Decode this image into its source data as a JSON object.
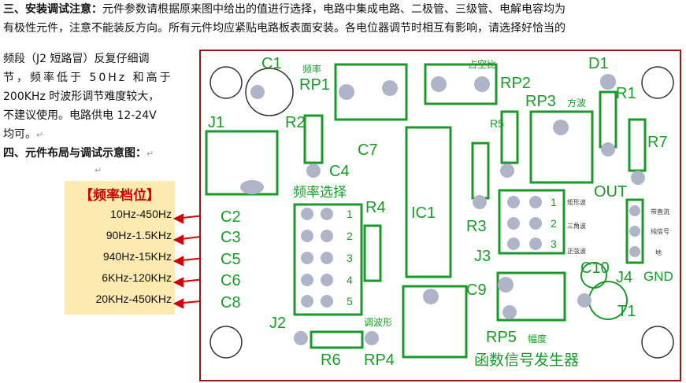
{
  "text": {
    "sec3_head": "三、安装调试注意：",
    "sec3_line1": "元件参数请根据原来图中给出的值进行选择，电路中集成电路、二极管、三级管、电解电容均为",
    "sec3_line2": "有极性元件，注意不能装反方向。所有元件均应紧贴电路板表面安装。各电位器调节时相互有影响，请选择好恰当的",
    "sec3_line3": "频段（J2 短路冒）反复仔细调",
    "sec3_line4": "节，频率低于 50Hz 和高于",
    "sec3_line5": "200KHz 时波形调节难度较大，",
    "sec3_line6": "不建议使用。电路供电 12-24V",
    "sec3_line7": "均可。",
    "sec4_head": "四、元件布局与调试示意图：",
    "para_mark": "↵"
  },
  "legend": {
    "title": "【频率档位】",
    "ranges": [
      "10Hz-450Hz",
      "90Hz-1.5KHz",
      "940Hz-15KHz",
      "6KHz-120KHz",
      "20KHz-450KHz"
    ]
  },
  "pcb": {
    "labels": {
      "c1": "C1",
      "rp1": "RP1",
      "freq": "频率",
      "duty": "占空比",
      "rp2": "RP2",
      "d1": "D1",
      "rp3": "RP3",
      "square": "方波",
      "r1": "R1",
      "r7": "R7",
      "j1": "J1",
      "r2": "R2",
      "c7": "C7",
      "c4": "C4",
      "r5": "R5",
      "ic1": "IC1",
      "freq_sel": "频率选择",
      "r4": "R4",
      "r3": "R3",
      "out": "OUT",
      "j3": "J3",
      "c10": "C10",
      "j4": "J4",
      "gnd": "GND",
      "c9": "C9",
      "t1": "T1",
      "j2": "J2",
      "wave": "调波形",
      "rp5": "RP5",
      "amp": "幅度",
      "r6": "R6",
      "rp4": "RP4",
      "title": "函数信号发生器"
    },
    "caps": [
      "C2",
      "C3",
      "C5",
      "C6",
      "C8"
    ],
    "j2_pins": [
      "1",
      "2",
      "3",
      "4",
      "5"
    ],
    "j3_pins": [
      "1",
      "2",
      "3"
    ],
    "j3_waves": [
      "矩形波",
      "三角波",
      "正弦波"
    ],
    "j4_pins": [
      "带直流",
      "纯信号",
      "地"
    ]
  },
  "colors": {
    "trace": "#1a9a2a",
    "pad": "#b0b4c8",
    "arrow": "#d00000",
    "border": "#8b1a1a"
  }
}
